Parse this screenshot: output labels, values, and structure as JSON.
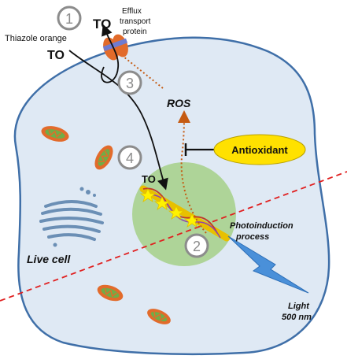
{
  "labels": {
    "to_top": "TO",
    "efflux": [
      "Efflux",
      "transport",
      "protein"
    ],
    "thiazole": "Thiazole orange",
    "to_left": "TO",
    "ros": "ROS",
    "antioxidant": "Antioxidant",
    "to_nucleus": "TO",
    "photoinduction": [
      "Photoinduction",
      "process"
    ],
    "live_cell": "Live cell",
    "light": [
      "Light",
      "500 nm"
    ]
  },
  "steps": [
    "1",
    "2",
    "3",
    "4"
  ],
  "colors": {
    "cell_fill": "#dfe9f4",
    "cell_stroke": "#3f6fa8",
    "nucleus": "#a9d18e",
    "antioxidant": "#ffe100",
    "ros_arrow": "#c55a11",
    "cut_line": "#e02020",
    "lightning": "#4a90d9",
    "mito_outer": "#e26b2b",
    "mito_inner": "#70ad47",
    "step_circle": "#8c8c8c"
  }
}
